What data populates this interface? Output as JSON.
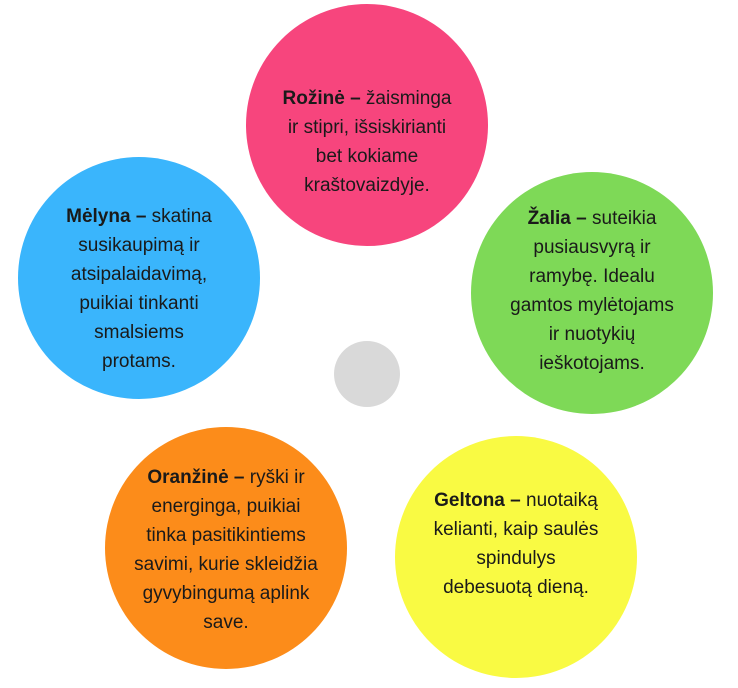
{
  "colors": {
    "pink": "#F7457D",
    "blue": "#3AB5FC",
    "green": "#7ED957",
    "orange": "#FC8C1A",
    "yellow": "#F9FA43",
    "center": "#D9D9D9"
  },
  "items": {
    "pink": {
      "term": "Rožinė –",
      "first": " žaisminga",
      "lines": [
        "ir stipri, išsiskirianti",
        "bet kokiame",
        "kraštovaizdyje."
      ]
    },
    "blue": {
      "term": "Mėlyna –",
      "first": " skatina",
      "lines": [
        "susikaupimą ir",
        "atsipalaidavimą,",
        "puikiai tinkanti",
        "smalsiems",
        "protams."
      ]
    },
    "green": {
      "term": "Žalia –",
      "first": " suteikia",
      "lines": [
        "pusiausvyrą ir",
        "ramybę. Idealu",
        "gamtos mylėtojams",
        "ir nuotykių",
        "ieškotojams."
      ]
    },
    "orange": {
      "term": "Oranžinė –",
      "first": " ryški ir",
      "lines": [
        "energinga, puikiai",
        "tinka pasitikintiems",
        "savimi, kurie skleidžia",
        "gyvybingumą aplink",
        "save."
      ]
    },
    "yellow": {
      "term": "Geltona –",
      "first": " nuotaiką",
      "lines": [
        "kelianti, kaip saulės",
        "spindulys",
        "debesuotą dieną."
      ]
    }
  }
}
